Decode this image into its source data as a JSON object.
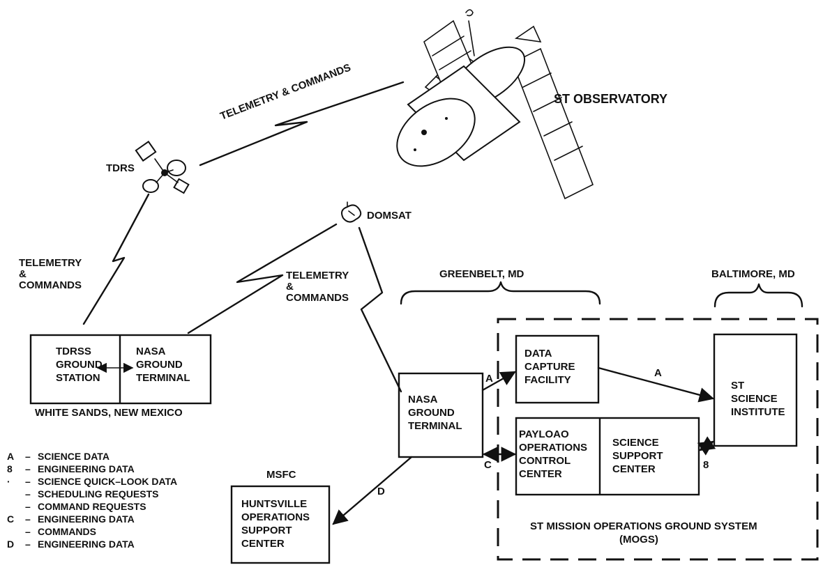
{
  "header_text": "",
  "observatory": {
    "label": "ST OBSERVATORY"
  },
  "tdrs": {
    "label": "TDRS"
  },
  "domsat": {
    "label": "DOMSAT"
  },
  "links": {
    "space_link": "TELEMETRY & COMMANDS",
    "tdrs_ground": [
      "TELEMETRY",
      "&",
      "COMMANDS"
    ],
    "domsat_link": [
      "TELEMETRY",
      "&",
      "COMMANDS"
    ]
  },
  "white_sands": {
    "location": "WHITE SANDS, NEW MEXICO",
    "tdrss_station": [
      "TDRSS",
      "GROUND",
      "STATION"
    ],
    "nasa_terminal": [
      "NASA",
      "GROUND",
      "TERMINAL"
    ]
  },
  "greenbelt": {
    "location": "GREENBELT, MD"
  },
  "baltimore": {
    "location": "BALTIMORE, MD"
  },
  "nasa_ground_terminal": [
    "NASA",
    "GROUND",
    "TERMINAL"
  ],
  "data_capture": [
    "DATA",
    "CAPTURE",
    "FACILITY"
  ],
  "st_science": [
    "ST",
    "SCIENCE",
    "INSTITUTE"
  ],
  "poc": [
    "PAYLOAO",
    "OPERATIONS",
    "CONTROL",
    "CENTER"
  ],
  "ssc": [
    "SCIENCE",
    "SUPPORT",
    "CENTER"
  ],
  "msfc": {
    "label": "MSFC",
    "center": [
      "HUNTSVILLE",
      "OPERATIONS",
      "SUPPORT",
      "CENTER"
    ]
  },
  "mogs": [
    "ST MISSION OPERATIONS GROUND SYSTEM",
    "(MOGS)"
  ],
  "arrow_labels": {
    "a1": "A",
    "a2": "A",
    "b": "8",
    "c": "C",
    "d": "D"
  },
  "legend": [
    {
      "key": "A",
      "dash": "–",
      "text": "SCIENCE DATA"
    },
    {
      "key": "8",
      "dash": "–",
      "text": "ENGINEERING DATA"
    },
    {
      "key": "·",
      "dash": "–",
      "text": "SCIENCE QUICK–LOOK DATA"
    },
    {
      "key": "",
      "dash": "–",
      "text": "SCHEDULING REQUESTS"
    },
    {
      "key": "",
      "dash": "–",
      "text": "COMMAND REQUESTS"
    },
    {
      "key": "C",
      "dash": "–",
      "text": "ENGINEERING DATA"
    },
    {
      "key": "",
      "dash": "–",
      "text": "COMMANDS"
    },
    {
      "key": "D",
      "dash": "–",
      "text": "ENGINEERING DATA"
    }
  ]
}
